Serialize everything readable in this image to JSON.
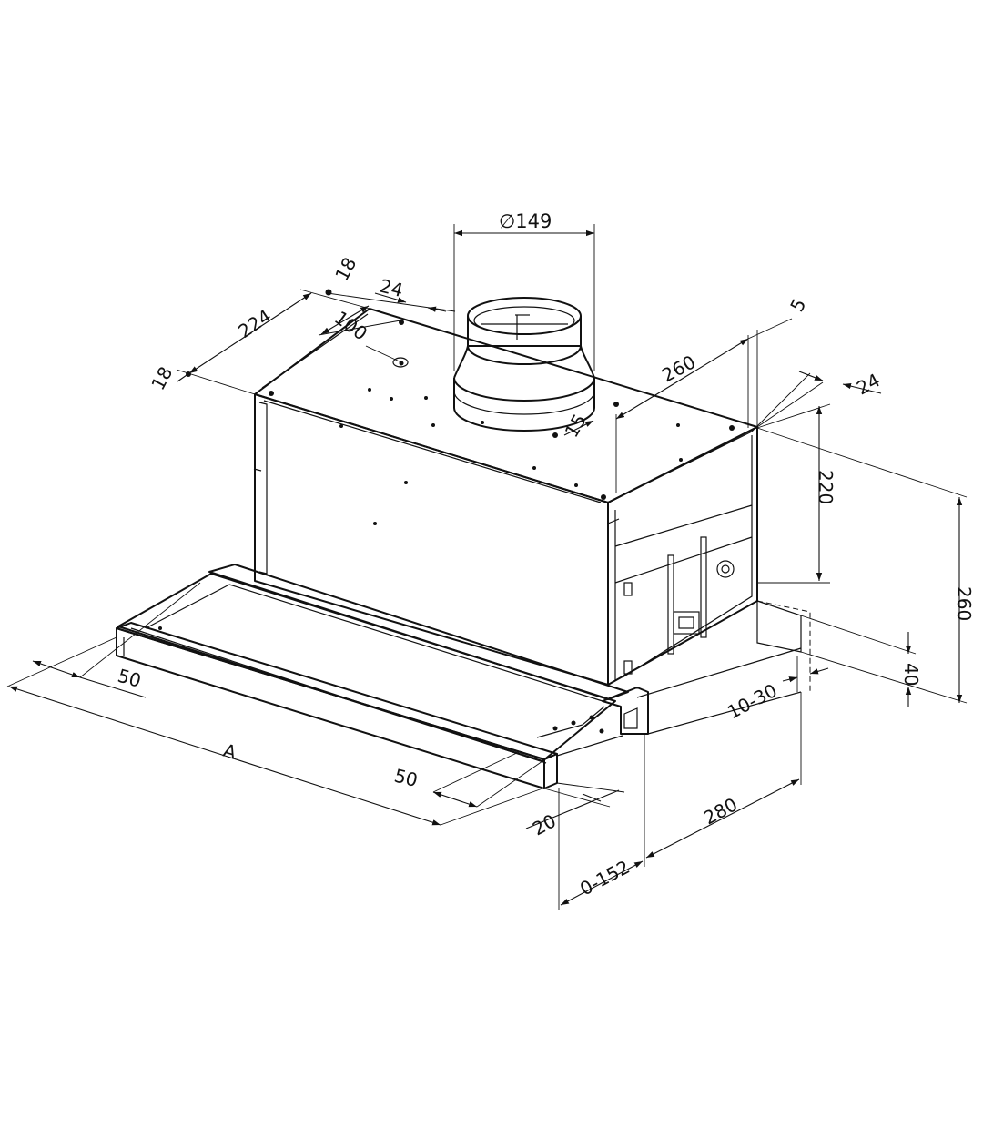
{
  "dimensions": {
    "duct_diameter": "∅149",
    "top_18_upper": "18",
    "top_24_left": "24",
    "top_100": "100",
    "top_224": "224",
    "top_18_lower": "18",
    "top_5": "5",
    "top_260": "260",
    "top_15": "15",
    "right_24": "24",
    "right_220": "220",
    "right_260": "260",
    "right_40": "40",
    "front_10_30": "10-30",
    "front_280": "280",
    "front_0_152": "0-152",
    "front_20": "20",
    "front_50_right": "50",
    "front_a": "A",
    "front_50_left": "50"
  }
}
